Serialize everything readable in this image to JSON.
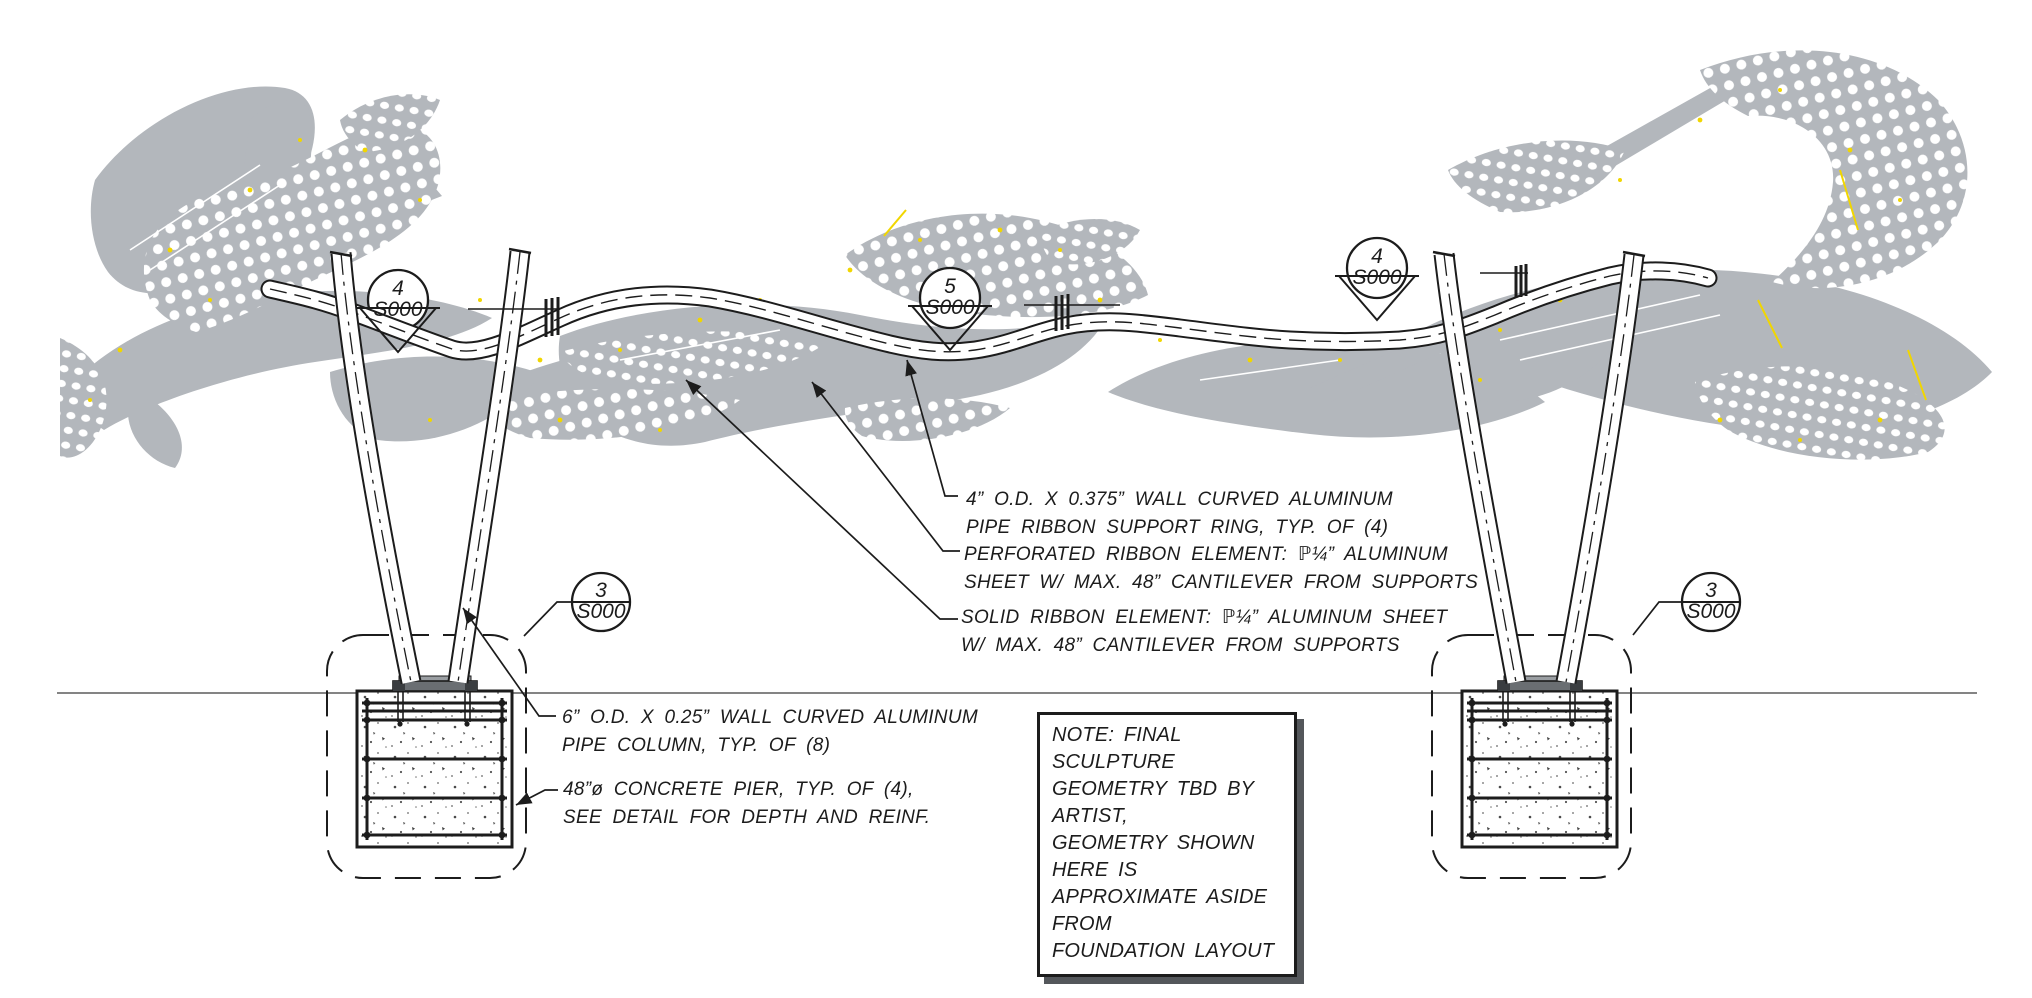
{
  "drawing": {
    "kind": "structural-sculpture-elevation",
    "colors": {
      "background": "#ffffff",
      "sculpture_gray": "#b3b7bc",
      "accent_yellow": "#f1d600",
      "line": "#1c1c1c",
      "note_shadow": "#54575b"
    },
    "markers": [
      {
        "number": "4",
        "sheet": "S000",
        "type": "section"
      },
      {
        "number": "5",
        "sheet": "S000",
        "type": "section"
      },
      {
        "number": "4",
        "sheet": "S000",
        "type": "section"
      },
      {
        "number": "3",
        "sheet": "S000",
        "type": "detail"
      },
      {
        "number": "3",
        "sheet": "S000",
        "type": "detail"
      }
    ],
    "annotations": {
      "ring": {
        "line1": "4” O.D. X 0.375” WALL CURVED ALUMINUM",
        "line2": "PIPE RIBBON SUPPORT RING, TYP. OF (4)"
      },
      "perforated": {
        "line1": "PERFORATED RIBBON ELEMENT: ℙ¼” ALUMINUM",
        "line2": "SHEET W/ MAX. 48” CANTILEVER FROM SUPPORTS"
      },
      "solid": {
        "line1": "SOLID RIBBON ELEMENT: ℙ¼” ALUMINUM SHEET",
        "line2": "W/ MAX. 48” CANTILEVER FROM SUPPORTS"
      },
      "column": {
        "line1": "6” O.D. X 0.25” WALL CURVED ALUMINUM",
        "line2": "PIPE COLUMN, TYP. OF (8)"
      },
      "pier": {
        "line1": "48”ø CONCRETE PIER, TYP. OF (4),",
        "line2": "SEE DETAIL FOR DEPTH AND REINF."
      }
    },
    "note_box": {
      "line1": "NOTE: FINAL SCULPTURE",
      "line2": "GEOMETRY TBD BY ARTIST,",
      "line3": "GEOMETRY SHOWN HERE IS",
      "line4": "APPROXIMATE ASIDE FROM",
      "line5": "FOUNDATION LAYOUT"
    }
  }
}
